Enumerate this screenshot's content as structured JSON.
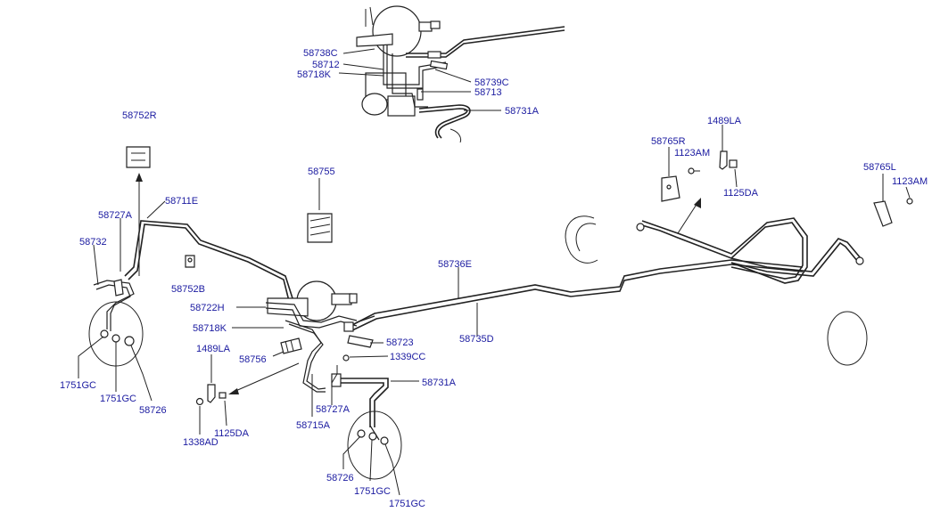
{
  "diagram": {
    "labels": {
      "c58738C": "58738C",
      "c58712": "58712",
      "c58718K_top": "58718K",
      "c58739C": "58739C",
      "c58713": "58713",
      "c58731A_top": "58731A",
      "c58752R": "58752R",
      "c58711E": "58711E",
      "c58727A_left": "58727A",
      "c58732": "58732",
      "c58755": "58755",
      "c58752B": "58752B",
      "c58722H": "58722H",
      "c58718K_mid": "58718K",
      "c58736E": "58736E",
      "c58735D": "58735D",
      "c58723": "58723",
      "c1339CC": "1339CC",
      "c58756": "58756",
      "c1489LA_left": "1489LA",
      "c1751GC_a": "1751GC",
      "c1751GC_b": "1751GC",
      "c58726_left": "58726",
      "c1125DA_left": "1125DA",
      "c1338AD": "1338AD",
      "c58731A_mid": "58731A",
      "c58727A_mid": "58727A",
      "c58715A": "58715A",
      "c58726_bot": "58726",
      "c1751GC_c": "1751GC",
      "c1751GC_d": "1751GC",
      "c58765R": "58765R",
      "c1123AM_mid": "1123AM",
      "c1489LA_right": "1489LA",
      "c1125DA_right": "1125DA",
      "c58765L": "58765L",
      "c1123AM_right": "1123AM"
    }
  }
}
